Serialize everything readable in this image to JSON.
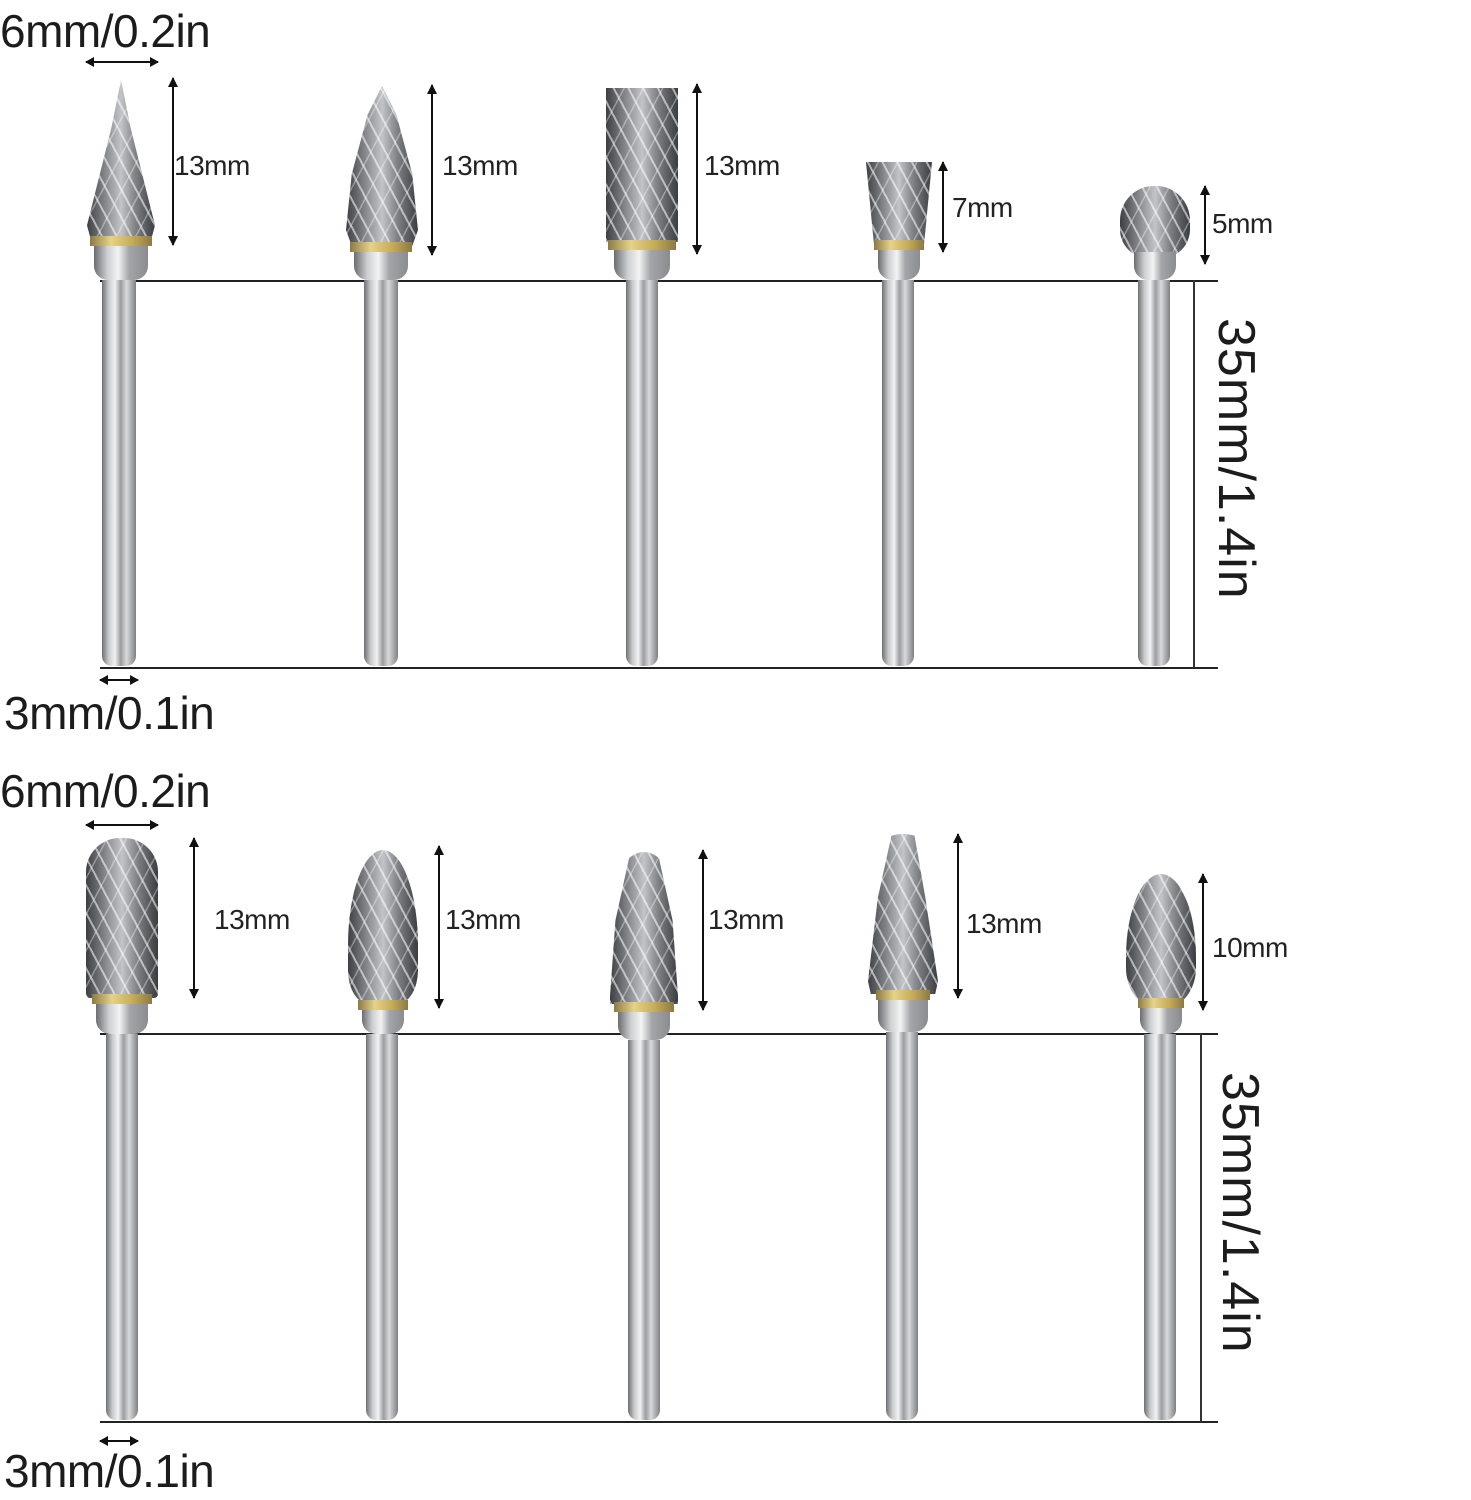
{
  "panels": [
    {
      "head_width_label": "6mm/0.2in",
      "shank_width_label": "3mm/0.1in",
      "shank_length_label": "35mm/1.4in",
      "bits": [
        {
          "shape": "tree-pointed",
          "head_length_label": "13mm"
        },
        {
          "shape": "flame",
          "head_length_label": "13mm"
        },
        {
          "shape": "cylinder",
          "head_length_label": "13mm"
        },
        {
          "shape": "inverted-cone",
          "head_length_label": "7mm"
        },
        {
          "shape": "ball",
          "head_length_label": "5mm"
        }
      ]
    },
    {
      "head_width_label": "6mm/0.2in",
      "shank_width_label": "3mm/0.1in",
      "shank_length_label": "35mm/1.4in",
      "bits": [
        {
          "shape": "cylinder-ball-nose",
          "head_length_label": "13mm"
        },
        {
          "shape": "oval",
          "head_length_label": "13mm"
        },
        {
          "shape": "tree-round",
          "head_length_label": "13mm"
        },
        {
          "shape": "tree-taper",
          "head_length_label": "13mm"
        },
        {
          "shape": "egg-oval",
          "head_length_label": "10mm"
        }
      ]
    }
  ],
  "colors": {
    "background": "#ffffff",
    "line": "#222222",
    "steel_dark": "#3d3f42",
    "steel_light": "#f1f2f3",
    "brass_collar": "#e6d28a"
  }
}
